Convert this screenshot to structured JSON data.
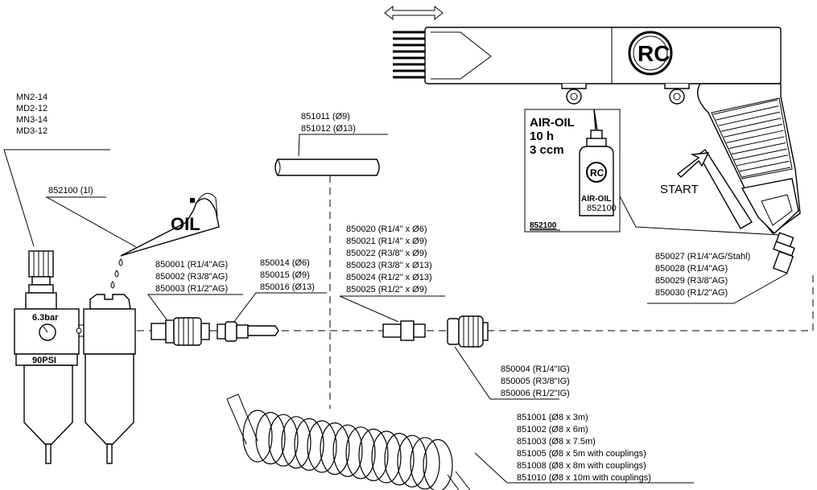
{
  "regulator_models": [
    "MN2-14",
    "MD2-12",
    "MN3-14",
    "MD3-12"
  ],
  "oil_bottle_label": "852100 (1l)",
  "oil_text": "OIL",
  "regulator_pressure_bar": "6.3bar",
  "regulator_pressure_psi": "90PSI",
  "plug_codes": [
    "850001 (R1/4\"AG)",
    "850002 (R3/8\"AG)",
    "850003 (R1/2\"AG)"
  ],
  "hose_tail_codes": [
    "850014 (Ø6)",
    "850015 (Ø9)",
    "850016 (Ø13)"
  ],
  "hose_codes": [
    "851011 (Ø9)",
    "851012 (Ø13)"
  ],
  "nipple_codes": [
    "850020 (R1/4\" x Ø6)",
    "850021 (R1/4\" x Ø9)",
    "850022 (R3/8\" x Ø9)",
    "850023 (R3/8\" x Ø13)",
    "850024 (R1/2\" x Ø13)",
    "850025 (R1/2\" x Ø9)"
  ],
  "coupler_codes": [
    "850004 (R1/4\"IG)",
    "850005 (R3/8\"IG)",
    "850006 (R1/2\"IG)"
  ],
  "spiral_hose_codes": [
    "851001 (Ø8 x 3m)",
    "851002 (Ø8 x 6m)",
    "851003 (Ø8 x 7.5m)",
    "851005 (Ø8 x 5m with couplings)",
    "851008 (Ø8 x 8m with couplings)",
    "851010 (Ø8 x 10m with couplings)"
  ],
  "tool_plug_codes": [
    "850027 (R1/4\"AG/Stahl)",
    "850028 (R1/4\"AG)",
    "850029 (R3/8\"AG)",
    "850030 (R1/2\"AG)"
  ],
  "air_oil_box": {
    "title": "AIR-OIL",
    "interval": "10 h",
    "amount": "3 ccm",
    "bottle_label": "AIR-OIL",
    "bottle_code": "852100",
    "part_number": "852100"
  },
  "start_label": "START",
  "logo_text": "RC"
}
